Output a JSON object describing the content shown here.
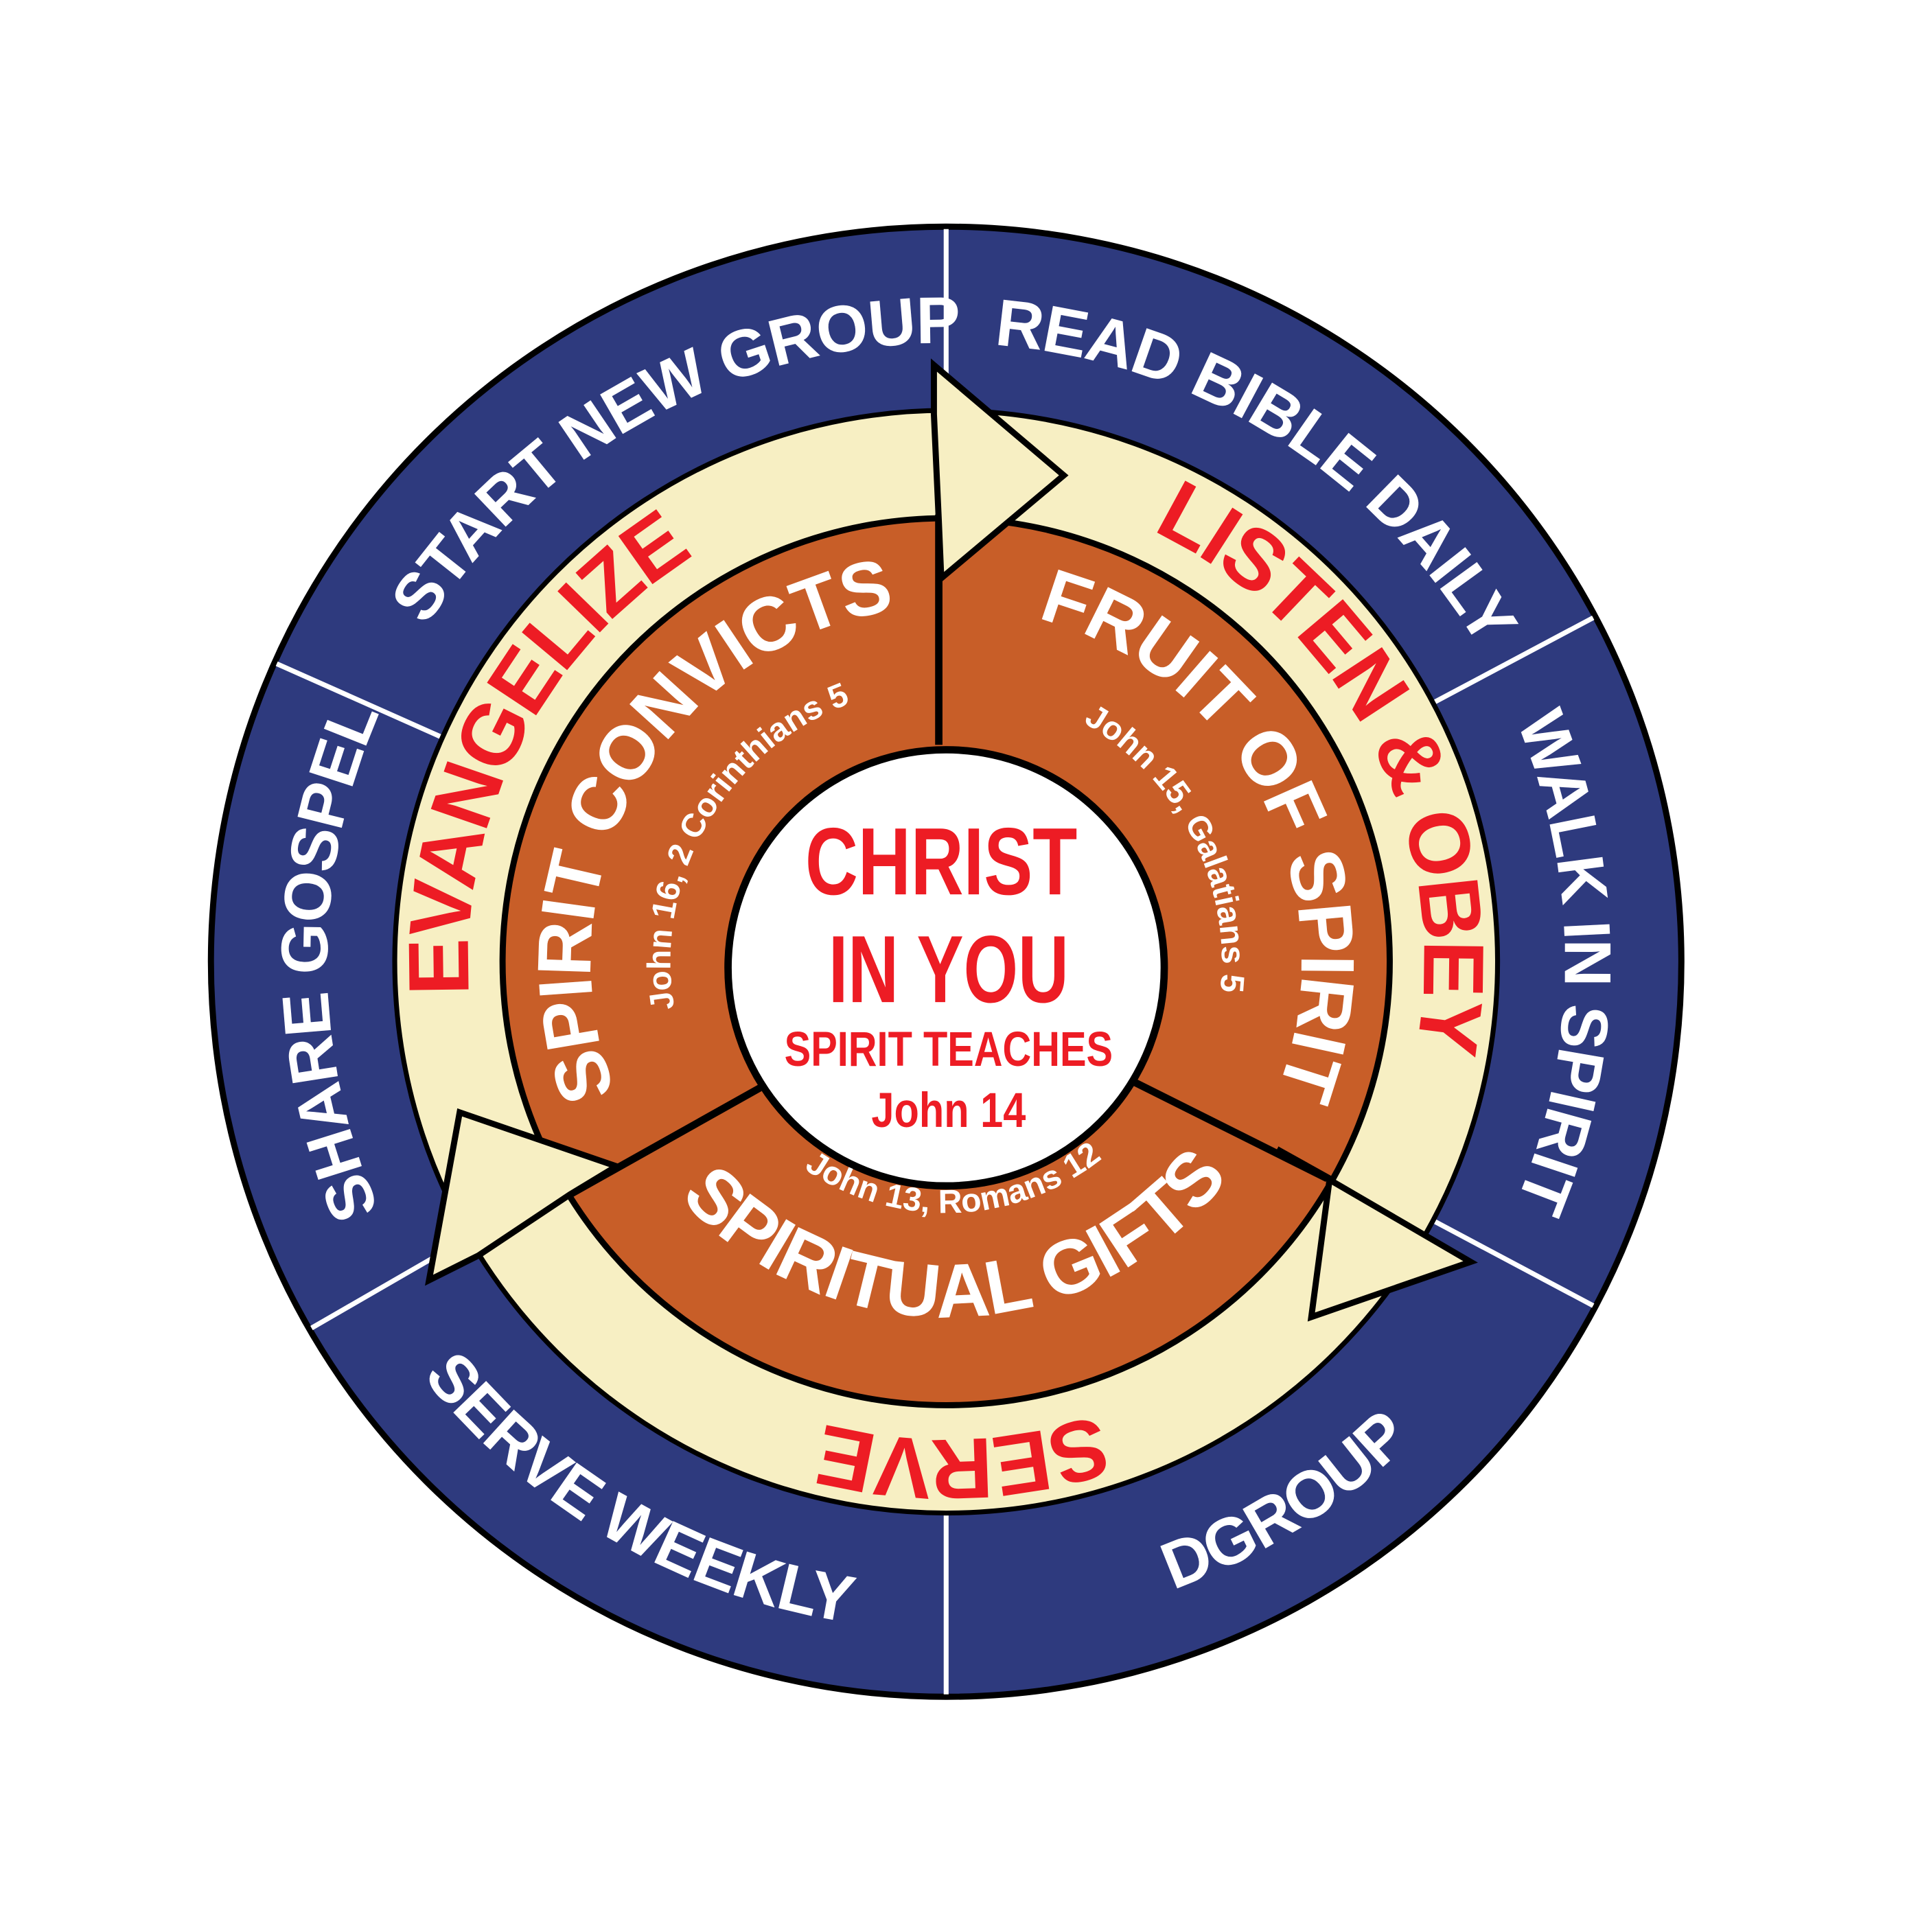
{
  "colors": {
    "navy": "#2e3a7e",
    "cream": "#f7efc3",
    "orange": "#c85e28",
    "red": "#ed1c24",
    "white": "#ffffff",
    "outline": "#000000"
  },
  "outer_ring": [
    {
      "label": "START NEW GROUP"
    },
    {
      "label": "READ BIBLE DAILY"
    },
    {
      "label": "WALK IN SPIRIT"
    },
    {
      "label": "DGROUP"
    },
    {
      "label": "SERVE WEEKLY"
    },
    {
      "label": "SHARE GOSPEL"
    }
  ],
  "cycle_ring": [
    {
      "label": "EVANGELIZE"
    },
    {
      "label": "LISTEN & OBEY"
    },
    {
      "label": "SERVE"
    }
  ],
  "spirit_ring": [
    {
      "label": "SPIRIT CONVICTS",
      "reference": "John 16, 2 Corinthians 5"
    },
    {
      "label": "FRUIT OF SPIRIT",
      "reference": "John 15, Galatians 5"
    },
    {
      "label": "SPIRITUAL GIFTS",
      "reference": "John 13, Romans 12"
    }
  ],
  "center": {
    "line1": "CHRIST",
    "line2": "IN YOU",
    "line3": "SPIRIT TEACHES",
    "line4": "John 14"
  }
}
